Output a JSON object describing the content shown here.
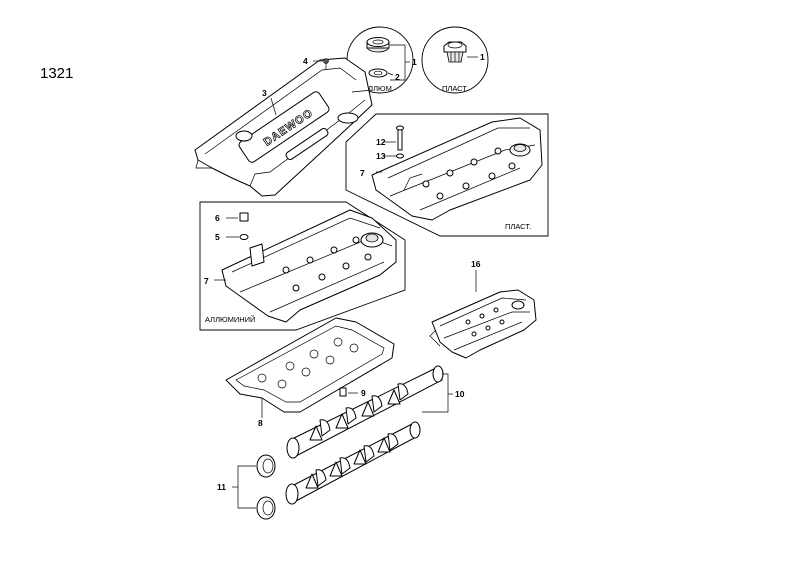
{
  "page_number": "1321",
  "brand_logo_text": "DAEWOO",
  "captions": {
    "aluminium_short": "АЛЛЮМ",
    "plastic_top": "ПЛАСТ.",
    "plastic_box": "ПЛАСТ.",
    "aluminium_full": "АЛЛЮМИНИЙ"
  },
  "callouts": {
    "c1a": "1",
    "c2": "2",
    "c1b": "1",
    "c4": "4",
    "c3": "3",
    "c12": "12",
    "c13": "13",
    "c7a": "7",
    "c6": "6",
    "c5": "5",
    "c7b": "7",
    "c16": "16",
    "c9": "9",
    "c10": "10",
    "c8": "8",
    "c11": "11"
  }
}
